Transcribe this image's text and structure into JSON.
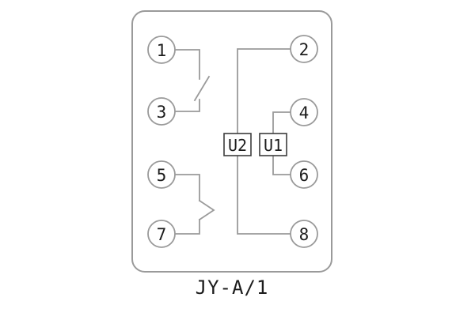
{
  "title": "JY-A/1",
  "diagram": {
    "terminals": {
      "t1": "1",
      "t2": "2",
      "t3": "3",
      "t4": "4",
      "t5": "5",
      "t6": "6",
      "t7": "7",
      "t8": "8"
    },
    "components": {
      "u2": "U2",
      "u1": "U1"
    }
  }
}
